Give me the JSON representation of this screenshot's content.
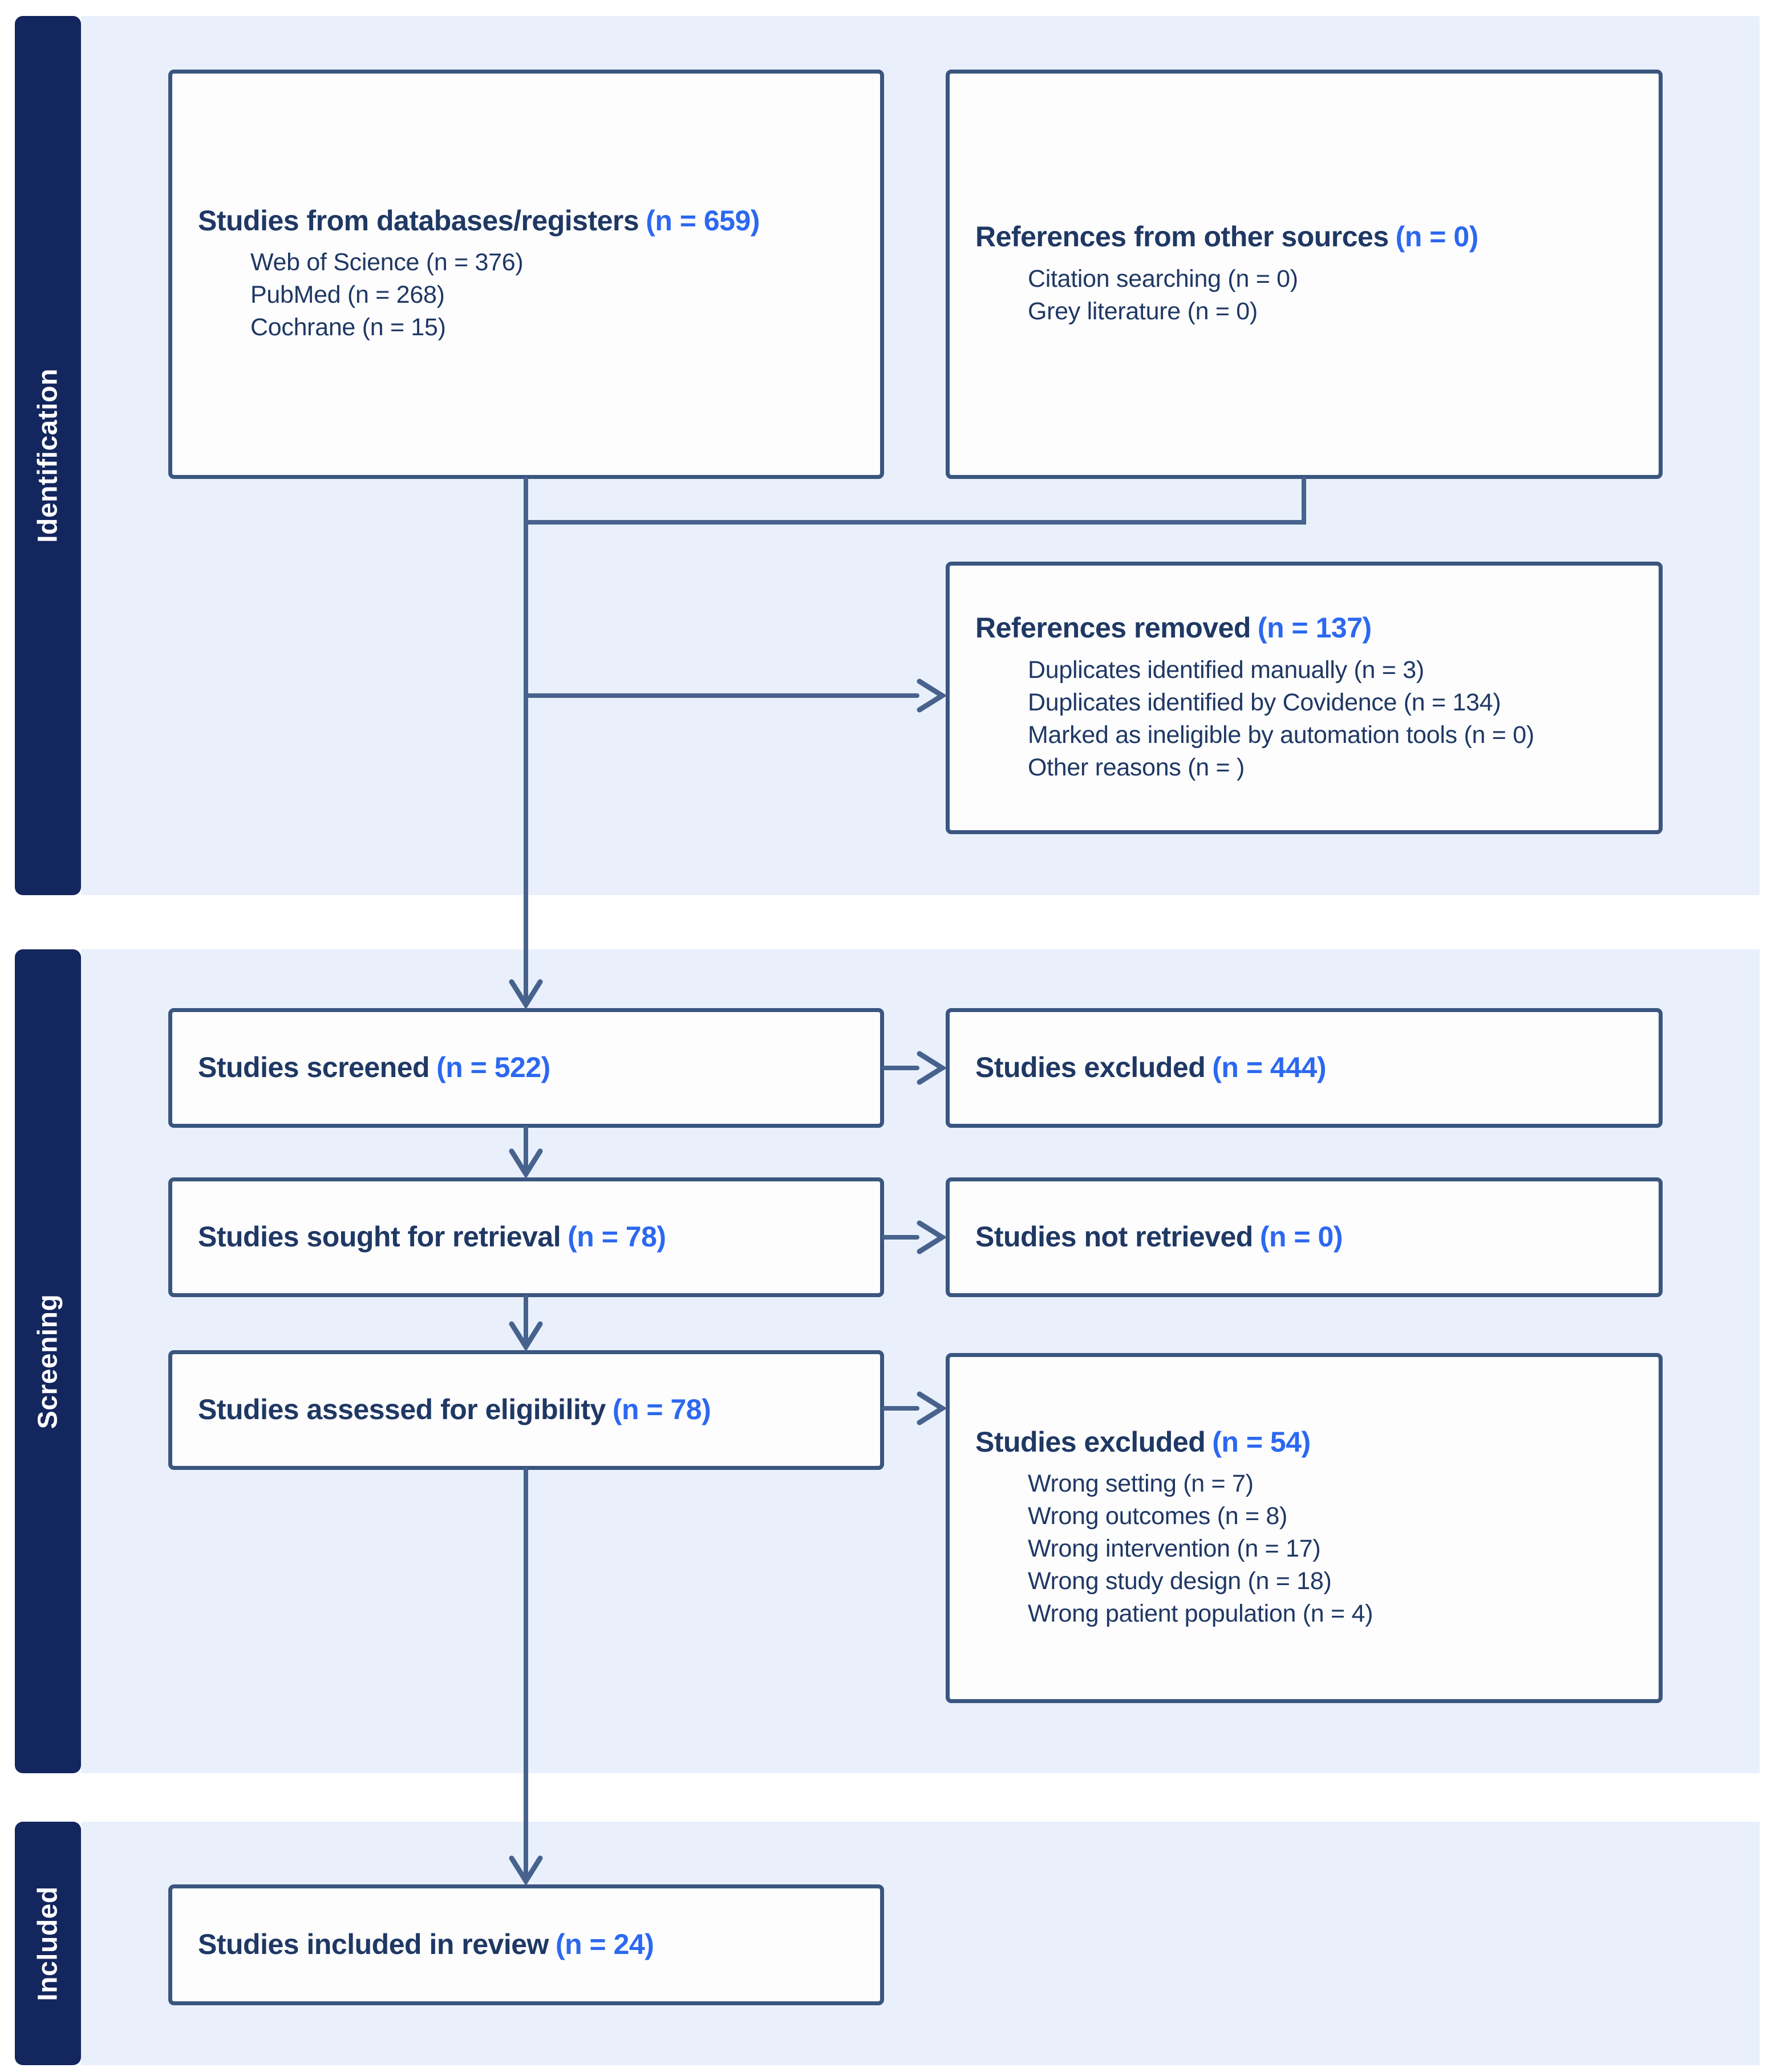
{
  "colors": {
    "page_bg": "#ffffff",
    "panel_bg": "#e9f0fc",
    "sidebar_bg": "#13265e",
    "sidebar_text": "#ffffff",
    "box_bg": "#fdfdfe",
    "box_border": "#3a567f",
    "arrow": "#47638d",
    "text_navy": "#1f3864",
    "accent_blue": "#2c68f0"
  },
  "sidebar": {
    "identification": "Identification",
    "screening": "Screening",
    "included": "Included"
  },
  "boxes": {
    "databases": {
      "title": "Studies from databases/registers",
      "count": "(n = 659)",
      "items": [
        "Web of Science (n = 376)",
        "PubMed (n = 268)",
        "Cochrane (n = 15)"
      ]
    },
    "other_sources": {
      "title": "References from other sources",
      "count": "(n = 0)",
      "items": [
        "Citation searching (n = 0)",
        "Grey literature (n = 0)"
      ]
    },
    "references_removed": {
      "title": "References removed",
      "count": "(n = 137)",
      "items": [
        "Duplicates identified manually (n = 3)",
        "Duplicates identified by Covidence (n = 134)",
        "Marked as ineligible by automation tools (n = 0)",
        "Other reasons (n = )"
      ]
    },
    "screened": {
      "title": "Studies screened",
      "count": "(n = 522)"
    },
    "excluded_screening": {
      "title": "Studies excluded",
      "count": "(n = 444)"
    },
    "sought_for_retrieval": {
      "title": "Studies sought for retrieval",
      "count": "(n = 78)"
    },
    "not_retrieved": {
      "title": "Studies not retrieved",
      "count": "(n = 0)"
    },
    "assessed_for_eligibility": {
      "title": "Studies assessed for eligibility",
      "count": "(n = 78)"
    },
    "excluded_eligibility": {
      "title": "Studies excluded",
      "count": "(n = 54)",
      "items": [
        "Wrong setting (n = 7)",
        "Wrong outcomes (n = 8)",
        "Wrong intervention (n = 17)",
        "Wrong study design (n = 18)",
        "Wrong patient population (n = 4)"
      ]
    },
    "included_in_review": {
      "title": "Studies included in review",
      "count": "(n = 24)"
    }
  }
}
